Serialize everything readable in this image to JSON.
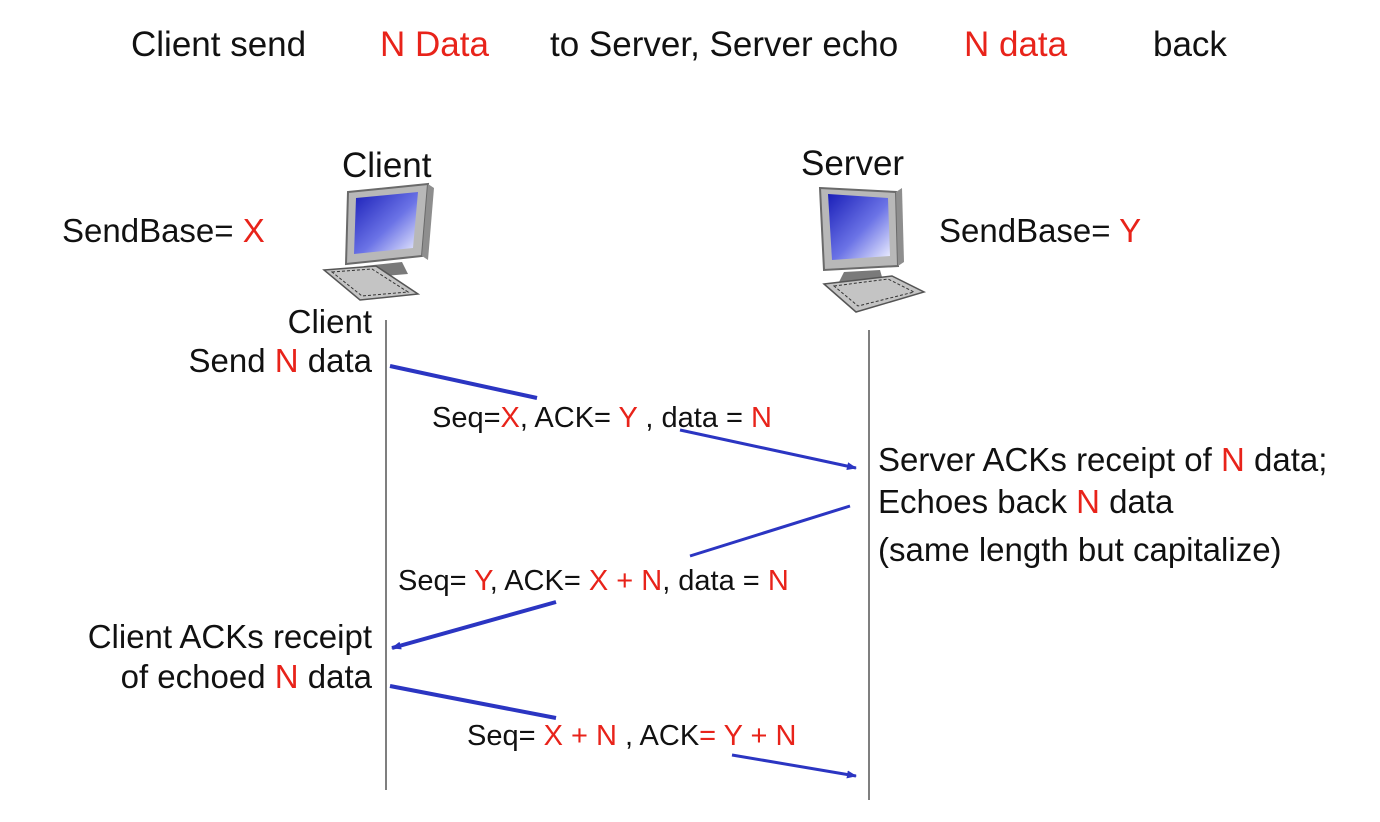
{
  "title": {
    "part1": "Client send",
    "part2": "N Data",
    "part3": "to Server, Server echo",
    "part4": "N data",
    "part5": "back"
  },
  "client": {
    "label": "Client",
    "sendbase_label": "SendBase=",
    "sendbase_value": "X"
  },
  "server": {
    "label": "Server",
    "sendbase_label": "SendBase=",
    "sendbase_value": "Y"
  },
  "events": {
    "client_send_line1": "Client",
    "client_send_line2_pre": "Send",
    "client_send_line2_n": "N",
    "client_send_line2_post": "data",
    "server_ack_line1_pre": "Server ACKs receipt of",
    "server_ack_line1_n": "N",
    "server_ack_line1_post": "data;",
    "server_ack_line2_pre": "Echoes back",
    "server_ack_line2_n": "N",
    "server_ack_line2_post": "data",
    "server_ack_line3": "(same length but capitalize)",
    "client_ack_line1": "Client ACKs receipt",
    "client_ack_line2_pre": "of echoed",
    "client_ack_line2_n": "N",
    "client_ack_line2_post": "data"
  },
  "messages": {
    "m1": {
      "seq_label": "Seq=",
      "seq": "X",
      "ack_label": ", ACK=",
      "ack": "Y",
      "data_label": ", data =",
      "data": "N"
    },
    "m2": {
      "seq_label": "Seq=",
      "seq": "Y",
      "ack_label": ",  ACK=",
      "ack": "X + N",
      "data_label": ",  data =",
      "data": "N"
    },
    "m3": {
      "seq_label": "Seq=",
      "seq": "X + N",
      "ack_label": ", ACK",
      "ack": "= Y + N"
    }
  },
  "colors": {
    "highlight": "#e8231a",
    "arrow": "#2b35c2",
    "timeline": "#555555",
    "text": "#111111"
  }
}
